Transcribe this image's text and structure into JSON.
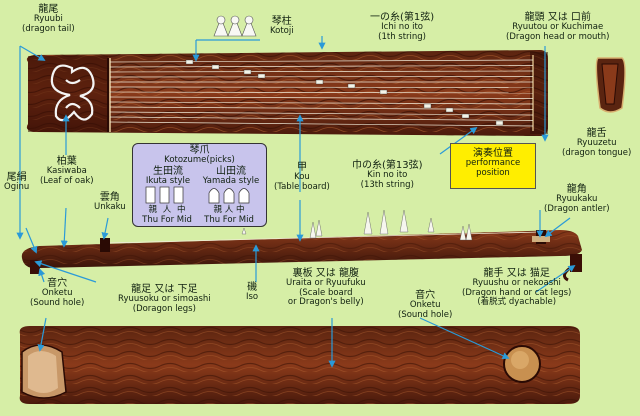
{
  "labels": {
    "ryuubi": {
      "jp": "龍尾",
      "romaji": "Ryuubi",
      "en": "(dragon tail)"
    },
    "kotoji": {
      "jp": "琴柱",
      "romaji": "Kotoji"
    },
    "ichi_no_ito": {
      "jp": "一の糸(第1弦)",
      "romaji": "Ichi no ito",
      "en": "(1th string)"
    },
    "ryuutou": {
      "jp": "龍頭 又は 口前",
      "romaji": "Ryuutou or Kuchimae",
      "en": "(Dragon head or mouth)"
    },
    "ryuuzetsu": {
      "jp": "龍舌",
      "romaji": "Ryuuzetu",
      "en": "(dragon tongue)"
    },
    "kashiwaba": {
      "jp": "柏葉",
      "romaji": "Kasiwaba",
      "en": "(Leaf of oak)"
    },
    "unkaku": {
      "jp": "雲角",
      "romaji": "Unkaku"
    },
    "oginu": {
      "jp": "尾絹",
      "romaji": "Oginu"
    },
    "kou": {
      "jp": "甲",
      "romaji": "Kou",
      "en": "(Table board)"
    },
    "kin_no_ito": {
      "jp": "巾の糸(第13弦)",
      "romaji": "Kin no ito",
      "en": "(13th string)"
    },
    "ryuukaku": {
      "jp": "龍角",
      "romaji": "Ryuukaku",
      "en": "(Dragon antler)"
    },
    "iso": {
      "jp": "磯",
      "romaji": "Iso"
    },
    "onketu_left": {
      "jp": "音穴",
      "romaji": "Onketu",
      "en": "(Sound hole)"
    },
    "ryuusoku": {
      "jp": "龍足 又は 下足",
      "romaji": "Ryuusoku or simoashi",
      "en": "(Doragon legs)"
    },
    "uraita": {
      "jp": "裏板 又は 龍腹",
      "romaji": "Uraita or Ryuufuku",
      "en": "(Scale board",
      "en2": "or Dragon's belly)"
    },
    "onketu_right": {
      "jp": "音穴",
      "romaji": "Onketu",
      "en": "(Sound hole)"
    },
    "ryuushu": {
      "jp": "龍手 又は 猫足",
      "romaji": "Ryuushu or nekoashi",
      "en": "(Dragon hand or cat legs)",
      "en2": "(着脱式 dyachable)"
    }
  },
  "picks_box": {
    "jp": "琴爪",
    "romaji": "Kotozume(picks)",
    "ikuta_jp": "生田流",
    "ikuta_en": "Ikuta style",
    "yamada_jp": "山田流",
    "yamada_en": "Yamada style",
    "fingers_jp": [
      "親",
      "人",
      "中"
    ],
    "fingers_en": [
      "Thu",
      "For",
      "Mid"
    ]
  },
  "performance_box": {
    "jp": "演奏位置",
    "en1": "performance",
    "en2": "position"
  },
  "colors": {
    "background": "#d6eea6",
    "wood_dark": "#4a1a0c",
    "wood_mid": "#7a2e14",
    "wood_light": "#a8532a",
    "picks_box": "#c8c4ec",
    "perf_box": "#ffee00",
    "arrow": "#2a9ad8"
  }
}
